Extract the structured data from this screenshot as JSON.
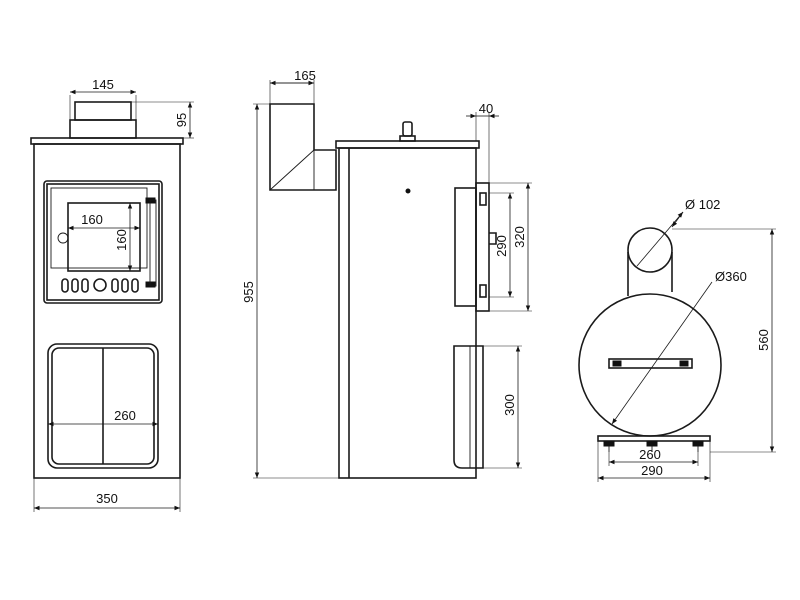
{
  "dimensions": {
    "front_flue_width": "145",
    "front_flue_height": "95",
    "front_window_width": "160",
    "front_window_height": "160",
    "front_storage_width": "260",
    "front_total_width": "350",
    "side_flue_offset": "165",
    "side_total_height": "955",
    "side_door_depth": "40",
    "side_door_inner": "290",
    "side_door_outer": "320",
    "side_storage_height": "300",
    "top_flue_diameter": "Ø 102",
    "top_body_diameter": "Ø360",
    "top_total_depth": "560",
    "top_base_inner": "260",
    "top_base_outer": "290"
  }
}
